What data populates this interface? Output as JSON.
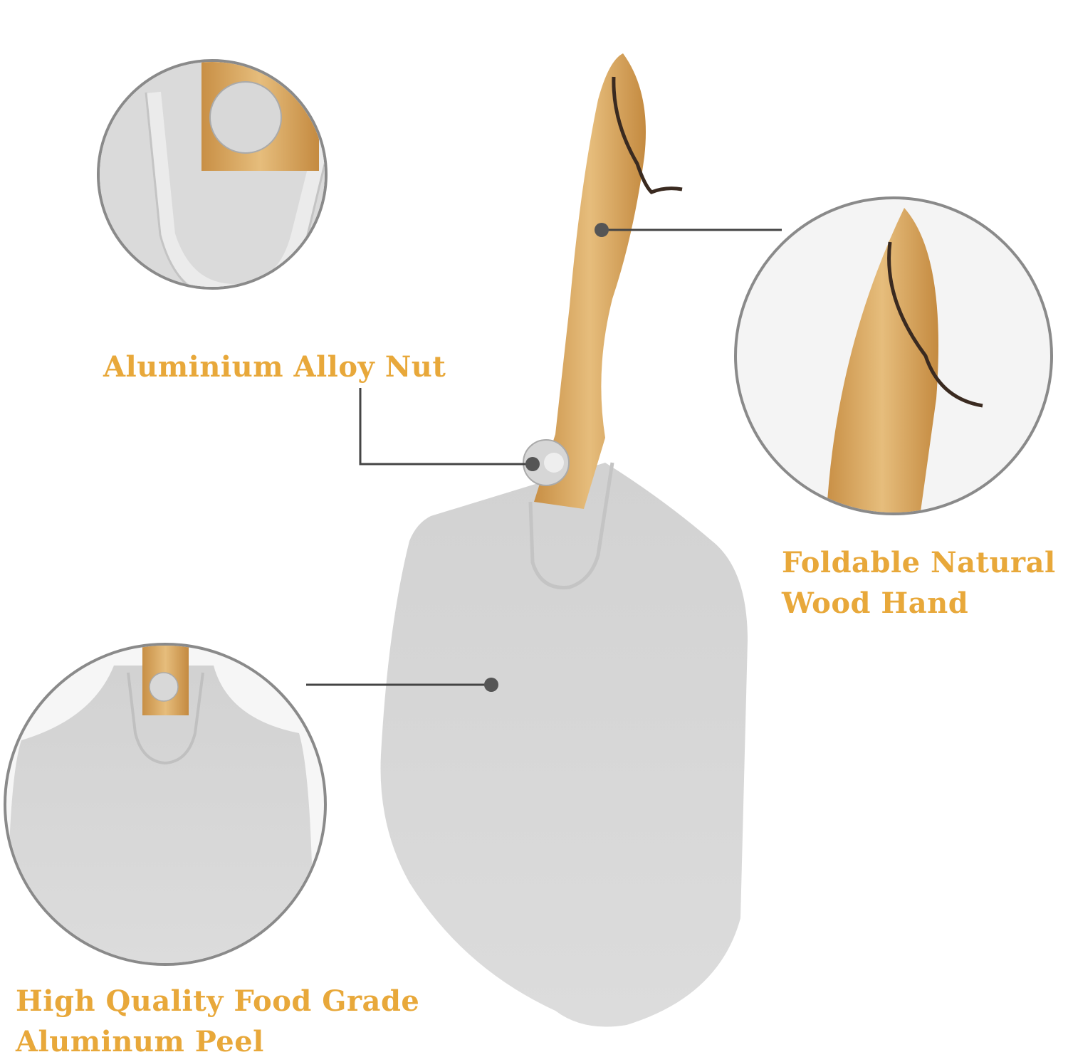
{
  "labels": {
    "nut": "Aluminium Alloy Nut",
    "handle_line1": "Foldable Natural",
    "handle_line2": "Wood Hand",
    "peel_line1": "High Quality Food Grade",
    "peel_line2": "Aluminum Peel"
  },
  "colors": {
    "accent": "#e8a83a",
    "wood": "#d9a862",
    "aluminum": "#d6d6d6",
    "circle_border": "#8a8a8a",
    "callout": "#444444"
  }
}
